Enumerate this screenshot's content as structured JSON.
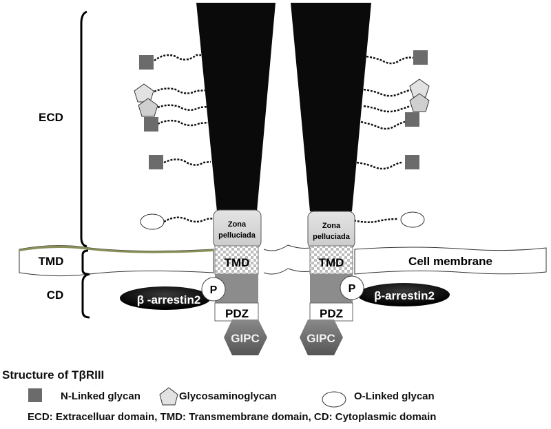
{
  "labels": {
    "ecd": "ECD",
    "tmd": "TMD",
    "cd": "CD",
    "cell_membrane": "Cell membrane"
  },
  "receptor_left": {
    "zona_line1": "Zona",
    "zona_line2": "pelluciada",
    "tmd": "TMD",
    "phospho": "P",
    "pdz": "PDZ",
    "gipc": "GIPC",
    "arrestin": "β -arrestin2"
  },
  "receptor_right": {
    "zona_line1": "Zona",
    "zona_line2": "pelluciada",
    "tmd": "TMD",
    "phospho": "P",
    "pdz": "PDZ",
    "gipc": "GIPC",
    "arrestin": "β-arrestin2"
  },
  "legend": {
    "title": "Structure of TβRIII",
    "items": [
      {
        "shape": "square",
        "label": "N-Linked glycan"
      },
      {
        "shape": "pentagon",
        "label": "Glycosaminoglycan"
      },
      {
        "shape": "ellipse",
        "label": "O-Linked glycan"
      }
    ],
    "abbreviations": "ECD: Extracelluar domain, TMD: Transmembrane domain, CD: Cytoplasmic domain"
  },
  "colors": {
    "stalk": "#0a0a0a",
    "n_glycan": "#6b6b6b",
    "gag_light": "#e2e2e2",
    "gag_mid": "#cfcfcf",
    "zona": "#d6d6d6",
    "cd_block": "#8c8c8c",
    "gipc": "#6a6a6a",
    "membrane_top": "#8a8f5a"
  }
}
